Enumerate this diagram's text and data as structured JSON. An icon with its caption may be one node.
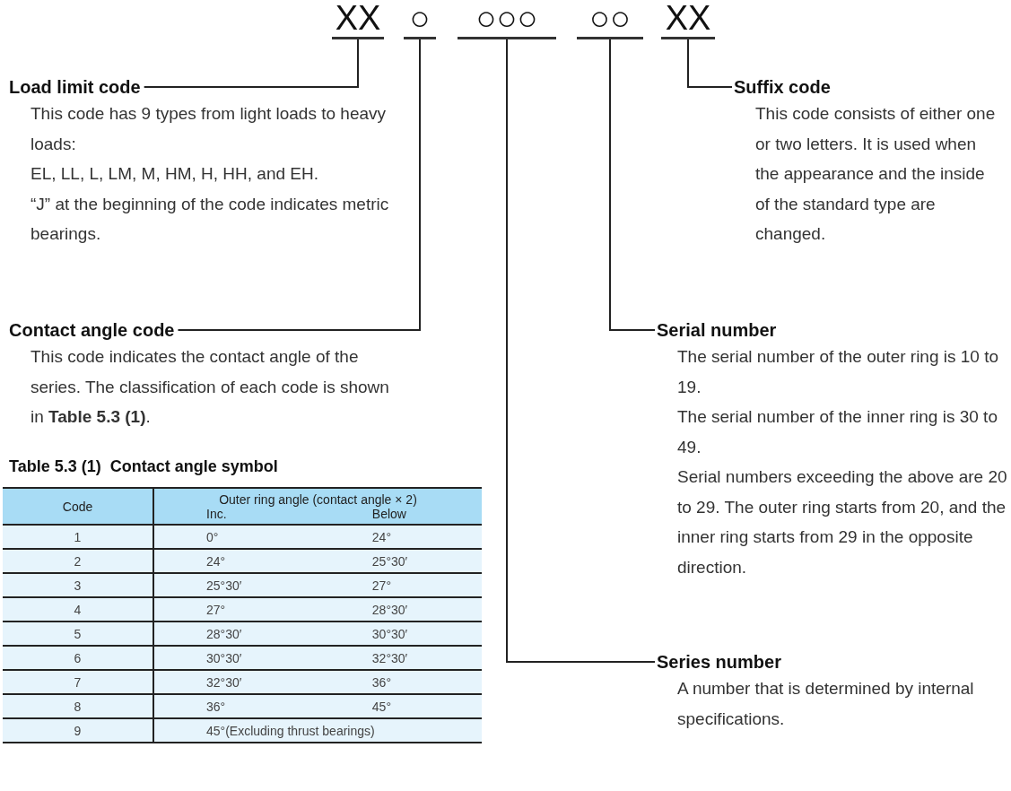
{
  "diagram": {
    "nodes": [
      {
        "text": [
          "XX"
        ]
      },
      {
        "text": [
          "○"
        ]
      },
      {
        "text": [
          "○○○"
        ]
      },
      {
        "text": [
          "○○"
        ]
      },
      {
        "text": [
          "XX"
        ]
      },
      {
        "text": [
          "Load limit code",
          "This code has 9 types from light loads to heavy loads:",
          "EL, LL, L, LM, M, HM, H, HH, and EH.",
          "“J” at the beginning of the code indicates metric bearings."
        ]
      },
      {
        "text": [
          "Contact angle code",
          "This code indicates the contact angle of the series.  The classification of each code is shown in **Table 5.3 (1)**."
        ]
      },
      {
        "text": [
          "Suffix code",
          "This code consists of either one or two letters. It is used when the appearance and the inside of the standard type are changed."
        ]
      },
      {
        "text": [
          "Serial number",
          "The serial number of the outer ring is 10 to 19.",
          "The serial number of the inner ring is 30 to 49.",
          "Serial numbers exceeding the above are 20 to 29. The outer ring starts from 20, and the inner ring starts from 29 in the opposite direction."
        ]
      },
      {
        "text": [
          "Series number",
          "A number that is determined by internal specifications."
        ]
      }
    ],
    "edges": [
      {
        "from": 0,
        "to": 5,
        "arrow": "none"
      },
      {
        "from": 1,
        "to": 6,
        "arrow": "none"
      },
      {
        "from": 4,
        "to": 7,
        "arrow": "none"
      },
      {
        "from": 3,
        "to": 8,
        "arrow": "none"
      },
      {
        "from": 2,
        "to": 9,
        "arrow": "none"
      }
    ],
    "labels": [
      "Table 5.3 (1)  Contact angle symbol",
      "Code",
      "Outer ring angle (contact angle × 2)",
      "Inc.",
      "Below",
      "1",
      "0°",
      "24°",
      "2",
      "24°",
      "25°30′",
      "3",
      "25°30′",
      "27°",
      "4",
      "27°",
      "28°30′",
      "5",
      "28°30′",
      "30°30′",
      "6",
      "30°30′",
      "32°30′",
      "7",
      "32°30′",
      "36°",
      "8",
      "36°",
      "45°",
      "9",
      "45°(Excluding thrust bearings)"
    ]
  }
}
